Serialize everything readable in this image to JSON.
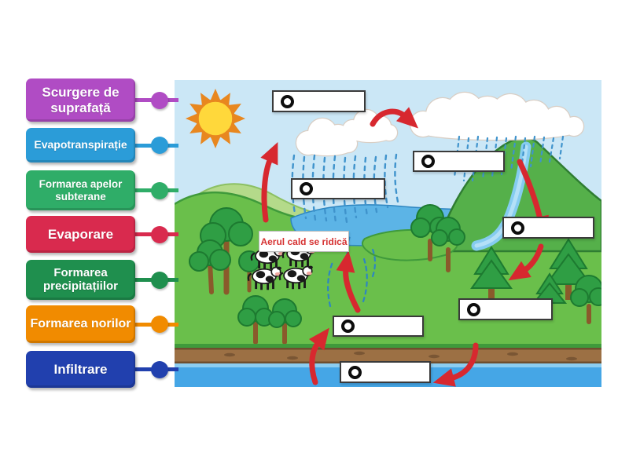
{
  "sidebar": {
    "labels": [
      {
        "text": "Scurgere de suprafață",
        "color": "#b04cc4"
      },
      {
        "text": "Evapotranspirație",
        "color": "#2b9cd8"
      },
      {
        "text": "Formarea apelor subterane",
        "color": "#2fad68"
      },
      {
        "text": "Evaporare",
        "color": "#d92a4e"
      },
      {
        "text": "Formarea precipitațiilor",
        "color": "#1f8f4e"
      },
      {
        "text": "Formarea norilor",
        "color": "#f18b00"
      },
      {
        "text": "Infiltrare",
        "color": "#2140ae"
      }
    ]
  },
  "diagram": {
    "annotation": {
      "text": "Aerul cald se ridică",
      "color": "#d63333"
    },
    "drop_zones": [
      {
        "id": "zone-1"
      },
      {
        "id": "zone-2"
      },
      {
        "id": "zone-3"
      },
      {
        "id": "zone-4"
      },
      {
        "id": "zone-5"
      },
      {
        "id": "zone-6"
      },
      {
        "id": "zone-7"
      }
    ],
    "palette": {
      "sky": "#cbe7f6",
      "grass": "#6abf4b",
      "mountain": "#55b04a",
      "lake": "#5cb4e6",
      "sea": "#45a6e6",
      "soil": "#9c7044",
      "sun": "#ffd83b",
      "arrow_red": "#d7282f",
      "rain_blue": "#3f93cc"
    }
  }
}
